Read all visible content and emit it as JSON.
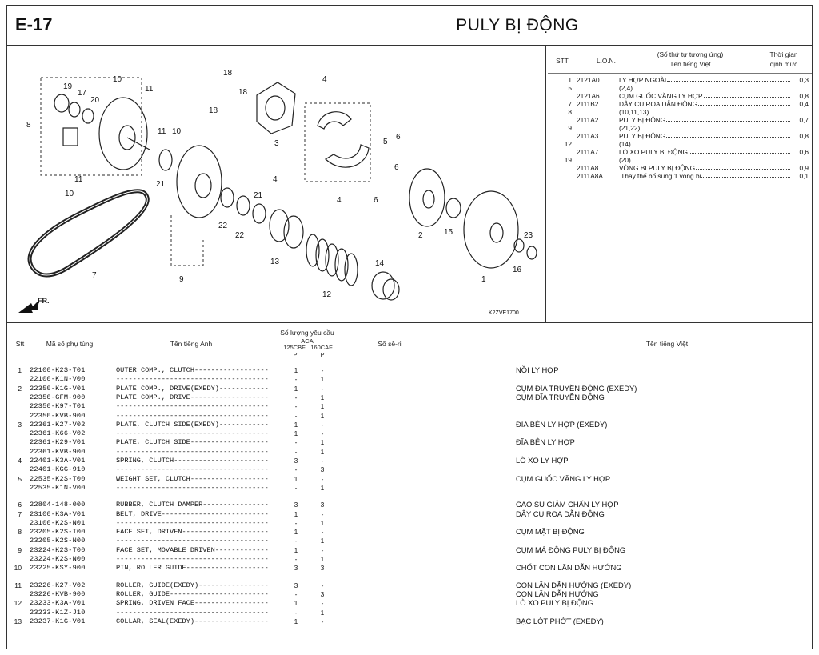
{
  "header": {
    "code": "E-17",
    "title": "PULY BỊ ĐỘNG"
  },
  "diagram": {
    "callouts": [
      "19",
      "17",
      "20",
      "8",
      "10",
      "11",
      "11",
      "10",
      "21",
      "11",
      "10",
      "7",
      "9",
      "22",
      "22",
      "21",
      "13",
      "18",
      "18",
      "18",
      "3",
      "4",
      "4",
      "4",
      "5",
      "6",
      "6",
      "6",
      "12",
      "14",
      "2",
      "15",
      "1",
      "16",
      "23"
    ],
    "fr_label": "FR.",
    "ref_code": "K2ZVE1700"
  },
  "lon_table": {
    "headers": {
      "stt": "STT",
      "lon": "L.O.N.",
      "map": "(Số thứ tự tương ứng)",
      "vn": "Tên tiếng Việt",
      "time": "Thời gian",
      "time2": "định mức"
    },
    "rows": [
      {
        "stt": "1",
        "lon": "2121A0",
        "name": "LY HỢP NGOÀI",
        "time": "0,3"
      },
      {
        "stt": "5",
        "lon": "",
        "name": "(2,4)",
        "time": ""
      },
      {
        "stt": "",
        "lon": "2121A6",
        "name": "CỤM GUỐC VĂNG LY HỢP",
        "time": "0,8"
      },
      {
        "stt": "7",
        "lon": "2111B2",
        "name": "DÂY CU ROA DẪN ĐỘNG",
        "time": "0,4"
      },
      {
        "stt": "8",
        "lon": "",
        "name": "(10,11,13)",
        "time": ""
      },
      {
        "stt": "",
        "lon": "2111A2",
        "name": "PULY BỊ ĐỘNG",
        "time": "0,7"
      },
      {
        "stt": "9",
        "lon": "",
        "name": "(21,22)",
        "time": ""
      },
      {
        "stt": "",
        "lon": "2111A3",
        "name": "PULY BỊ ĐỘNG",
        "time": "0,8"
      },
      {
        "stt": "12",
        "lon": "",
        "name": "(14)",
        "time": ""
      },
      {
        "stt": "",
        "lon": "2111A7",
        "name": "LÒ XO PULY BỊ ĐỘNG",
        "time": "0,6"
      },
      {
        "stt": "19",
        "lon": "",
        "name": "(20)",
        "time": ""
      },
      {
        "stt": "",
        "lon": "2111A8",
        "name": "VÒNG BI PULY BỊ ĐỘNG",
        "time": "0,9"
      },
      {
        "stt": "",
        "lon": "2111A8A",
        "name": ".Thay thế bổ sung 1 vòng bi",
        "time": "0,1"
      }
    ]
  },
  "parts_table": {
    "headers": {
      "stt": "Stt",
      "part_no": "Mã số phụ tùng",
      "name_en": "Tên tiếng Anh",
      "qty": "Số lượng yêu cầu",
      "aca": "ACA",
      "m1": "125CBF",
      "m2": "160CAF",
      "p1": "P",
      "p2": "P",
      "serial": "Số sê-ri",
      "name_vi": "Tên tiếng Việt"
    },
    "rows": [
      {
        "stt": "1",
        "part": "22100-K2S-T01",
        "en": "OUTER COMP., CLUTCH",
        "q1": "1",
        "q2": "-",
        "vi": "NỒI LY HỢP"
      },
      {
        "stt": "",
        "part": "22100-K1N-V00",
        "en": "",
        "q1": "-",
        "q2": "1",
        "vi": ""
      },
      {
        "stt": "2",
        "part": "22350-K1G-V01",
        "en": "PLATE COMP., DRIVE(EXEDY)",
        "q1": "1",
        "q2": "-",
        "vi": "CỤM ĐĨA TRUYỀN ĐỘNG (EXEDY)"
      },
      {
        "stt": "",
        "part": "22350-GFM-900",
        "en": "PLATE COMP., DRIVE",
        "q1": "-",
        "q2": "1",
        "vi": "CỤM ĐĨA TRUYỀN ĐỘNG"
      },
      {
        "stt": "",
        "part": "22350-K97-T01",
        "en": "",
        "q1": "-",
        "q2": "1",
        "vi": ""
      },
      {
        "stt": "",
        "part": "22350-KVB-900",
        "en": "",
        "q1": "-",
        "q2": "1",
        "vi": ""
      },
      {
        "stt": "3",
        "part": "22361-K27-V02",
        "en": "PLATE, CLUTCH SIDE(EXEDY)",
        "q1": "1",
        "q2": "-",
        "vi": "ĐĨA BÊN LY HỢP (EXEDY)"
      },
      {
        "stt": "",
        "part": "22361-K66-V02",
        "en": "",
        "q1": "1",
        "q2": "-",
        "vi": ""
      },
      {
        "stt": "",
        "part": "22361-K29-V01",
        "en": "PLATE, CLUTCH SIDE",
        "q1": "-",
        "q2": "1",
        "vi": "ĐĨA BÊN LY HỢP"
      },
      {
        "stt": "",
        "part": "22361-KVB-900",
        "en": "",
        "q1": "-",
        "q2": "1",
        "vi": ""
      },
      {
        "stt": "4",
        "part": "22401-K3A-V01",
        "en": "SPRING, CLUTCH",
        "q1": "3",
        "q2": "-",
        "vi": "LÒ XO LY HỢP"
      },
      {
        "stt": "",
        "part": "22401-KGG-910",
        "en": "",
        "q1": "-",
        "q2": "3",
        "vi": ""
      },
      {
        "stt": "5",
        "part": "22535-K2S-T00",
        "en": "WEIGHT SET, CLUTCH",
        "q1": "1",
        "q2": "-",
        "vi": "CỤM GUỐC VĂNG LY HỢP"
      },
      {
        "stt": "",
        "part": "22535-K1N-V00",
        "en": "",
        "q1": "-",
        "q2": "1",
        "vi": ""
      },
      {
        "stt": "6",
        "part": "22804-148-000",
        "en": "RUBBER, CLUTCH DAMPER",
        "q1": "3",
        "q2": "3",
        "vi": "CAO SU GIẢM CHẤN LY HỢP"
      },
      {
        "stt": "7",
        "part": "23100-K3A-V01",
        "en": "BELT, DRIVE",
        "q1": "1",
        "q2": "-",
        "vi": "DÂY CU ROA DẪN ĐỘNG"
      },
      {
        "stt": "",
        "part": "23100-K2S-N01",
        "en": "",
        "q1": "-",
        "q2": "1",
        "vi": ""
      },
      {
        "stt": "8",
        "part": "23205-K2S-T00",
        "en": "FACE SET, DRIVEN",
        "q1": "1",
        "q2": "-",
        "vi": "CỤM MẶT BỊ ĐỘNG"
      },
      {
        "stt": "",
        "part": "23205-K2S-N00",
        "en": "",
        "q1": "-",
        "q2": "1",
        "vi": ""
      },
      {
        "stt": "9",
        "part": "23224-K2S-T00",
        "en": "FACE SET, MOVABLE DRIVEN",
        "q1": "1",
        "q2": "-",
        "vi": "CỤM MÁ ĐỘNG PULY BỊ ĐỘNG"
      },
      {
        "stt": "",
        "part": "23224-K2S-N00",
        "en": "",
        "q1": "-",
        "q2": "1",
        "vi": ""
      },
      {
        "stt": "10",
        "part": "23225-KSY-900",
        "en": "PIN, ROLLER GUIDE",
        "q1": "3",
        "q2": "3",
        "vi": "CHỐT CON LĂN DẪN HƯỚNG"
      },
      {
        "stt": "11",
        "part": "23226-K27-V02",
        "en": "ROLLER, GUIDE(EXEDY)",
        "q1": "3",
        "q2": "-",
        "vi": "CON LĂN DẪN HƯỚNG (EXEDY)"
      },
      {
        "stt": "",
        "part": "23226-KVB-900",
        "en": "ROLLER, GUIDE",
        "q1": "-",
        "q2": "3",
        "vi": "CON LĂN DẪN HƯỚNG"
      },
      {
        "stt": "12",
        "part": "23233-K3A-V01",
        "en": "SPRING, DRIVEN FACE",
        "q1": "1",
        "q2": "-",
        "vi": "LÒ XO PULY BỊ ĐỘNG"
      },
      {
        "stt": "",
        "part": "23233-K1Z-J10",
        "en": "",
        "q1": "-",
        "q2": "1",
        "vi": ""
      },
      {
        "stt": "13",
        "part": "23237-K1G-V01",
        "en": "COLLAR, SEAL(EXEDY)",
        "q1": "1",
        "q2": "-",
        "vi": "BẠC LÓT PHỚT (EXEDY)"
      }
    ]
  }
}
